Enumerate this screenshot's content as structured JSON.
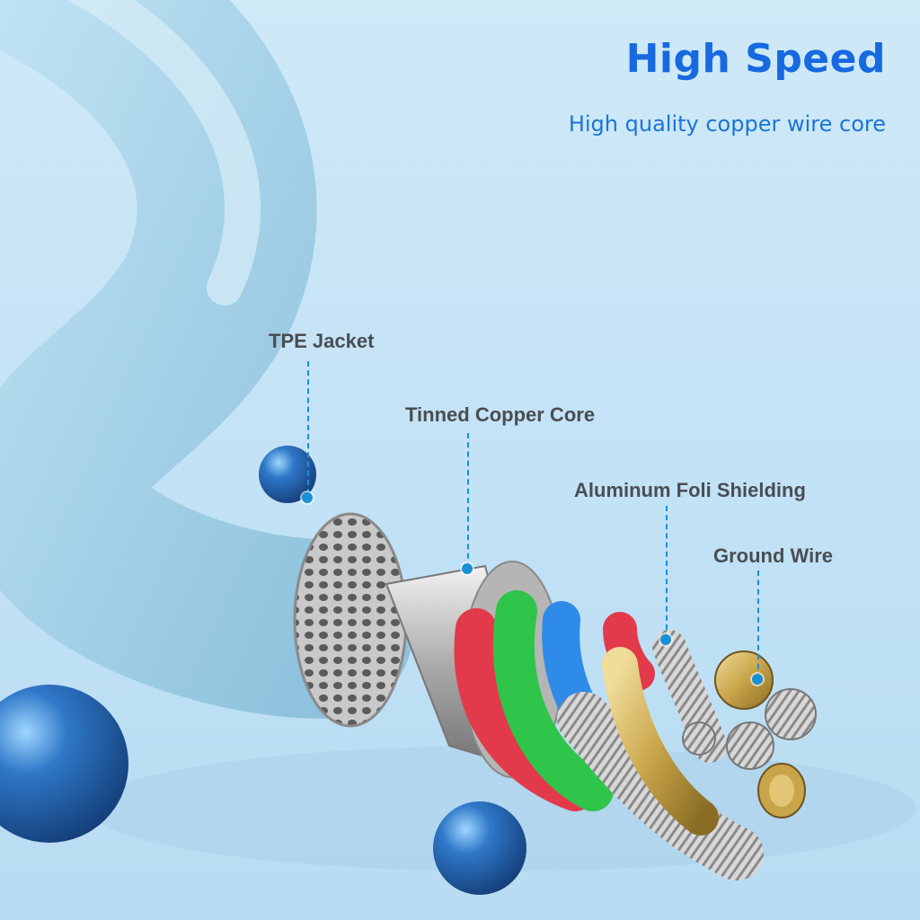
{
  "header": {
    "title": "High Speed",
    "subtitle": "High quality copper wire core"
  },
  "callouts": {
    "tpe_jacket": "TPE Jacket",
    "tinned_copper_core": "Tinned Copper Core",
    "aluminum_shielding": "Aluminum Foli Shielding",
    "ground_wire": "Ground Wire"
  },
  "colors": {
    "title": "#1769e0",
    "subtitle": "#1c74d8",
    "callout_text": "#4a4d52",
    "leader": "#1a8fd6",
    "cable_jacket": "#a9d4e8",
    "wire_red": "#e23a4a",
    "wire_green": "#2fc44a",
    "wire_blue": "#2f8be8"
  }
}
